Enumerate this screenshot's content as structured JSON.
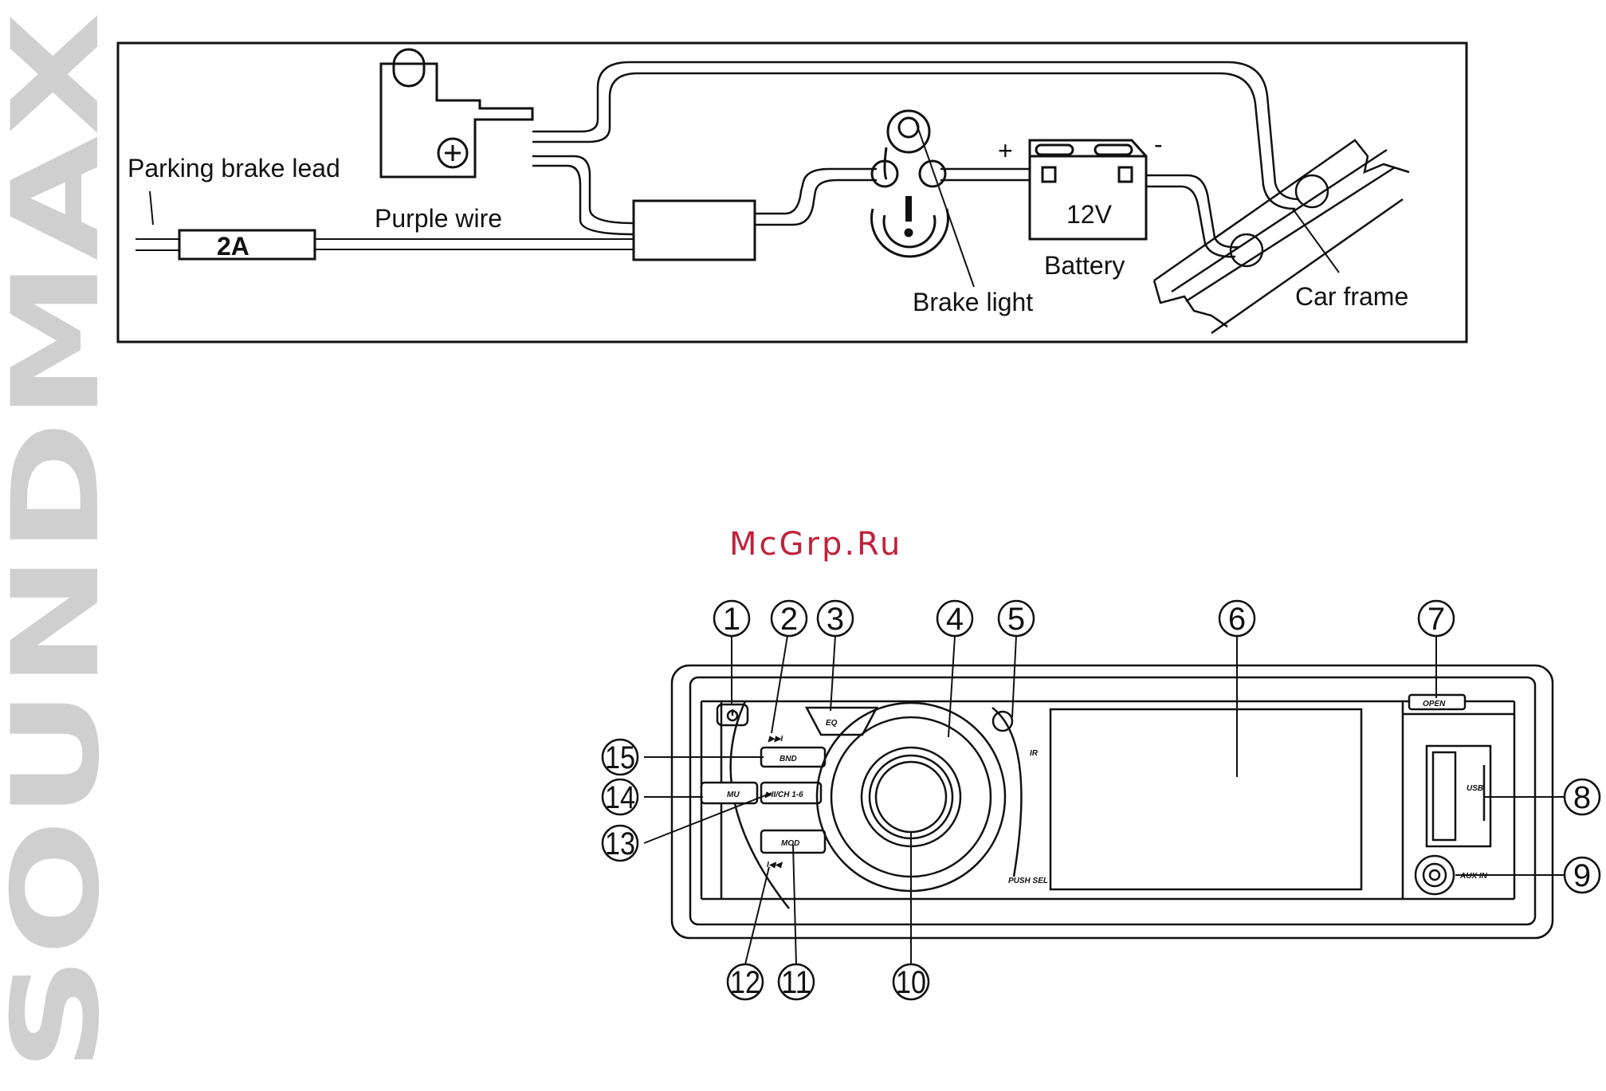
{
  "brand": {
    "name": "SOUNDMAX",
    "color": "#cfcfcf"
  },
  "watermark": {
    "text": "McGrp.Ru",
    "color": "#c0213a"
  },
  "wiring_diagram": {
    "labels": {
      "parking_brake_lead": "Parking brake lead",
      "fuse": "2A",
      "purple_wire": "Purple wire",
      "plus": "+",
      "minus": "-",
      "battery_voltage": "12V",
      "battery": "Battery",
      "brake_light": "Brake light",
      "car_frame": "Car frame"
    }
  },
  "front_panel": {
    "button_labels": {
      "eq": "EQ",
      "bnd": "BND",
      "mu": "MU",
      "play_ch": "▶II/CH 1-6",
      "mod": "MOD",
      "ir": "IR",
      "push_sel": "PUSH SEL",
      "open": "OPEN",
      "usb": "USB",
      "aux_in": "AUX IN"
    },
    "callouts": [
      "1",
      "2",
      "3",
      "4",
      "5",
      "6",
      "7",
      "8",
      "9",
      "10",
      "11",
      "12",
      "13",
      "14",
      "15"
    ]
  }
}
